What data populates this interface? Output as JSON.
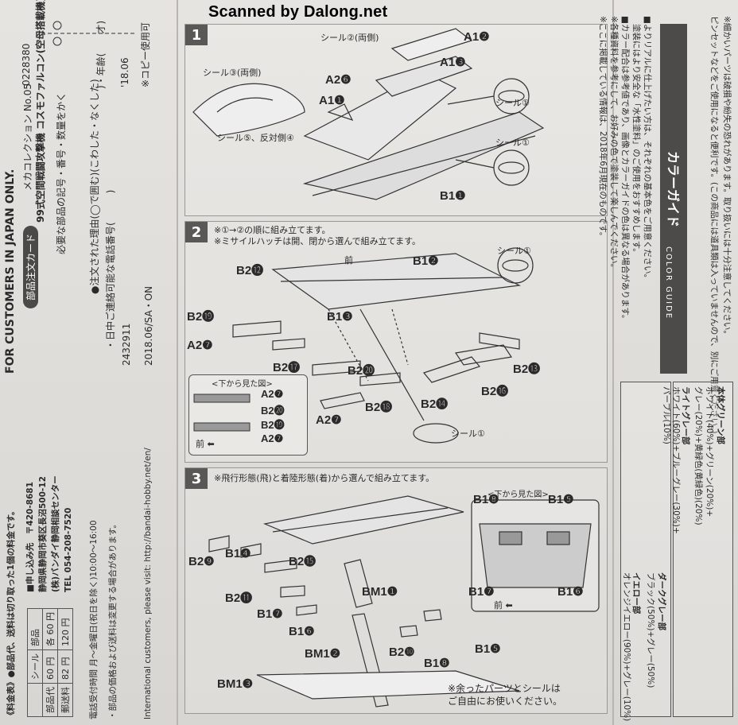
{
  "scanner_credit": "Scanned by Dalong.net",
  "left_panel": {
    "line1": "FOR CUSTOMERS IN JAPAN ONLY.",
    "line2": "部品注文カード",
    "line3": "メカコレクション No.05",
    "line4": "99式空間戦闘攻撃機 コスモファルコン(空母搭載機)",
    "line5": "必要な部品の記号・番号・数量をかく",
    "line6": "●注文された理由(◯で囲む)(こわした・なくした)",
    "line7": "・日中ご連絡可能な電話番号(　　　)",
    "line8": "2432911",
    "line9": "2018.06/SA・ON",
    "code": "0228380",
    "age_label": ")・年齢(　　才)",
    "date": "'18.06",
    "copy": "※コピー使用可"
  },
  "price_panel": {
    "line1": "《料金表》●部品代、送料は切り取った1個の料金です。",
    "line2": "■申し込み先　〒420-8681",
    "line3": "静岡県静岡市葵区長沼500-12",
    "line4": "(株)バンダイ静岡相談センター",
    "line5": "TEL 054-208-7520",
    "line6": "電話受付時間 月〜金曜日(祝日を除く)10:00〜16:00",
    "line7": "・部品の価格および送料は変更する場合があります。",
    "line8": "International customers, please visit: http://bandai-hobby.net/en/",
    "table": {
      "headers": [
        "部品",
        "シール"
      ],
      "row1": [
        "部品代",
        "各 60 円",
        "60 円"
      ],
      "row2": [
        "郵送料",
        "120 円",
        "82 円"
      ]
    }
  },
  "steps": {
    "s1": {
      "num": "1",
      "labels": [
        "シール②(両側)",
        "A1❷",
        "A1❸",
        "シール③(両側)",
        "A2❻",
        "A1❶",
        "シール①",
        "シール⑤、反対側④",
        "シール①",
        "B1❶"
      ]
    },
    "s2": {
      "num": "2",
      "note1": "※①→②の順に組み立てます。",
      "note2": "※ミサイルハッチは開、閉から選んで組み立てます。",
      "labels": [
        "前",
        "B1❷",
        "シール①",
        "B2⓬",
        "B1❸",
        "B2⓳",
        "A2❼",
        "B2⓱",
        "B2⓴",
        "B2⓲",
        "B2⓮",
        "B2⓰",
        "B2⓭",
        "A2❼",
        "シール①"
      ],
      "sub_title": "<下から見た図>",
      "sub_labels": [
        "A2❼",
        "B2⓴",
        "B2⓳",
        "A2❼",
        "前"
      ]
    },
    "s3": {
      "num": "3",
      "note": "※飛行形態(飛)と着陸形態(着)から選んで組み立てます。",
      "labels": [
        "B2❾",
        "B1❹",
        "B2⓯",
        "B2⓫",
        "B1❼",
        "B1❻",
        "BM1❶",
        "BM1❷",
        "BM1❸",
        "B2❿",
        "B1❽",
        "B1❺"
      ],
      "sub_title": "<下から見た図>",
      "sub_labels": [
        "B1❽",
        "B1❺",
        "B1❼",
        "B1❻",
        "前"
      ],
      "footer1": "※余ったパーツとシールは",
      "footer2": "ご自由にお使いください。"
    }
  },
  "right_panel": {
    "warn1": "※細かいパーツは破損や紛失の恐れがあります。取り扱いには十分注意してください。",
    "warn2": "ピンセットなどをご使用になると便利です。(この商品には道具類は入っていませんので、別にご用意ください。)",
    "guide1": "■よりリアルに仕上げたい方は、それぞれの基本色をご用意ください。",
    "guide2": "塗装にはより安全な「水性塗料」のご使用をおすすめします。",
    "guide3": "■カラー配合は参考値であり、画像とカラーガイドの色は異なる場合があります。",
    "guide4": "※各種資料を参考にして、お好みの色で塗装して楽しんでください。",
    "guide5": "※ここに掲載している情報は、2018年6月現在のものです。",
    "band_title": "カラーガイド",
    "band_sub": "COLOR GUIDE",
    "c1_title": "本体グリーン部",
    "c1_text1": "ホワイト(40%)+グリーン(20%)+",
    "c1_text2": "グレー(20%)+黄緑色(黄緑色)(20%)",
    "c2_title": "ライトグレー部",
    "c2_text1": "ホワイト(60%)+ブルーグレー(30%)+",
    "c2_text2": "パープル(10%)",
    "c3_title": "ダークグレー部",
    "c3_text": "ブラック(50%)+グレー(50%)",
    "c4_title": "イエロー部",
    "c4_text": "オレンジイエロー(90%)+グレー(10%)"
  }
}
